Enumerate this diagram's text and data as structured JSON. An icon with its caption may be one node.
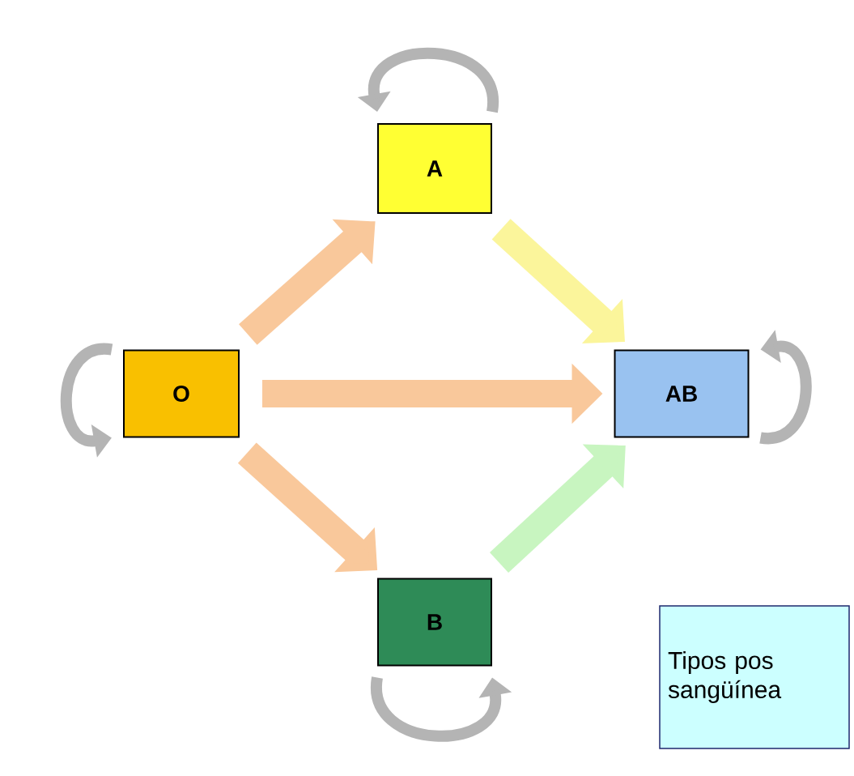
{
  "diagram": {
    "nodes": [
      {
        "text": [
          "A"
        ]
      },
      {
        "text": [
          "O"
        ]
      },
      {
        "text": [
          "AB"
        ]
      },
      {
        "text": [
          "B"
        ]
      },
      {
        "text": [
          "Tipos pos sangüínea"
        ]
      }
    ],
    "edges": [
      {
        "from": 1,
        "to": 0,
        "arrow": "to",
        "color": "#f9c89b"
      },
      {
        "from": 0,
        "to": 2,
        "arrow": "to",
        "color": "#fbf59b"
      },
      {
        "from": 1,
        "to": 2,
        "arrow": "to",
        "color": "#f9c89b"
      },
      {
        "from": 1,
        "to": 3,
        "arrow": "to",
        "color": "#f9c89b"
      },
      {
        "from": 3,
        "to": 2,
        "arrow": "to",
        "color": "#c8f5c0"
      },
      {
        "from": 0,
        "to": 0,
        "arrow": "to"
      },
      {
        "from": 1,
        "to": 1,
        "arrow": "to"
      },
      {
        "from": 2,
        "to": 2,
        "arrow": "to"
      },
      {
        "from": 3,
        "to": 3,
        "arrow": "to"
      }
    ]
  }
}
